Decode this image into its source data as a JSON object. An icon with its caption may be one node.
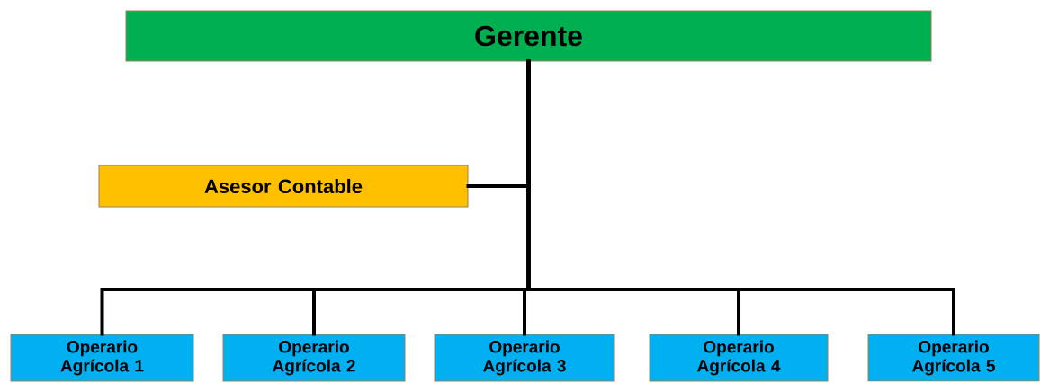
{
  "diagram": {
    "nodes": [
      {
        "text": [
          "Gerente"
        ]
      },
      {
        "text": [
          "Asesor  Contable"
        ]
      },
      {
        "text": [
          "Operario Agrícola 1"
        ]
      },
      {
        "text": [
          "Operario Agrícola 2"
        ]
      },
      {
        "text": [
          "Operario Agrícola 3"
        ]
      },
      {
        "text": [
          "Operario Agrícola 4"
        ]
      },
      {
        "text": [
          "Operario Agrícola 5"
        ]
      }
    ],
    "edges": [
      {
        "from": 0,
        "to": 1,
        "arrow": "none"
      },
      {
        "from": 0,
        "to": 2,
        "arrow": "none"
      },
      {
        "from": 0,
        "to": 3,
        "arrow": "none"
      },
      {
        "from": 0,
        "to": 4,
        "arrow": "none"
      },
      {
        "from": 0,
        "to": 5,
        "arrow": "none"
      },
      {
        "from": 0,
        "to": 6,
        "arrow": "none"
      }
    ]
  }
}
